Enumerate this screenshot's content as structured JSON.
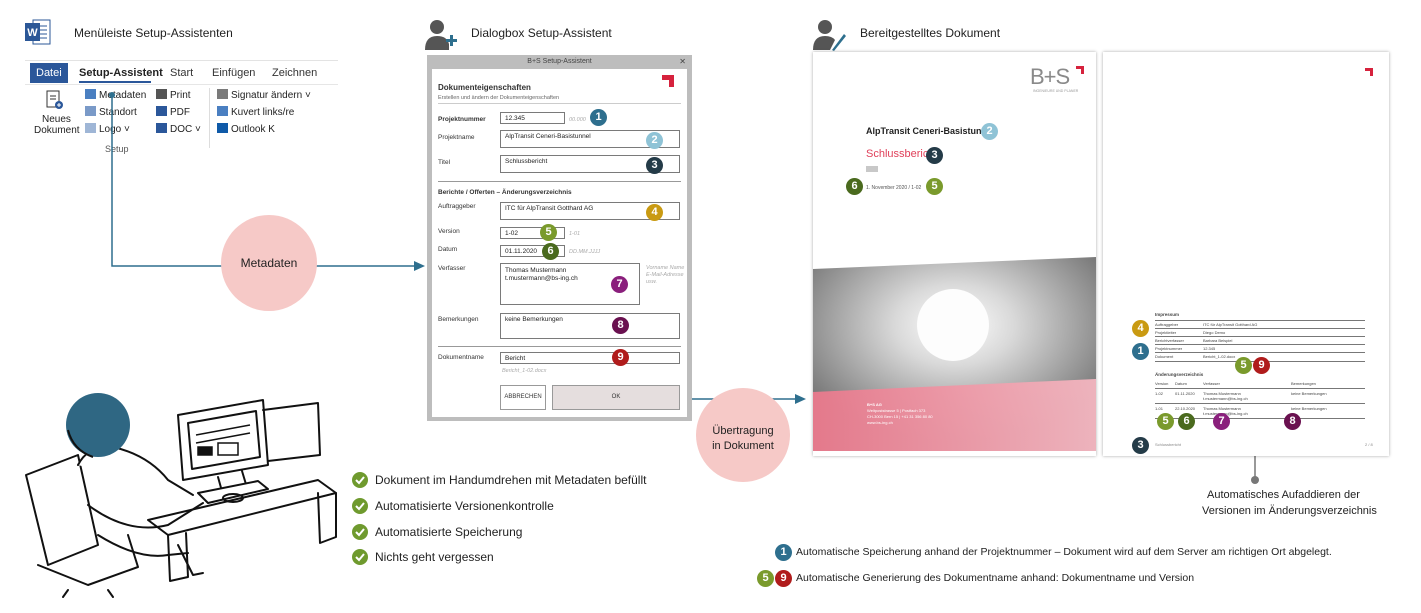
{
  "headings": {
    "menubar": "Menüleiste Setup-Assistenten",
    "dialog": "Dialogbox Setup-Assistent",
    "document": "Bereitgestelltes Dokument"
  },
  "ribbon": {
    "tabs": [
      "Datei",
      "Setup-Assistent",
      "Start",
      "Einfügen",
      "Zeichnen"
    ],
    "new_doc_line1": "Neues",
    "new_doc_line2": "Dokument",
    "items": {
      "metadaten": "Metadaten",
      "standort": "Standort",
      "logo": "Logo",
      "print": "Print",
      "pdf": "PDF",
      "doc": "DOC",
      "signatur": "Signatur ändern",
      "kuvert": "Kuvert links/re",
      "outlook": "Outlook K"
    },
    "group_label": "Setup"
  },
  "circles": {
    "metadaten": "Metadaten",
    "transfer_line1": "Übertragung",
    "transfer_line2": "in Dokument"
  },
  "dialog": {
    "title": "B+S Setup-Assistent",
    "close": "✕",
    "section_title": "Dokumenteigenschaften",
    "section_sub": "Erstellen und ändern der Dokumenteigenschaften",
    "labels": {
      "projektnummer": "Projektnummer",
      "projektname": "Projektname",
      "titel": "Titel",
      "berichte": "Berichte / Offerten – Änderungsverzeichnis",
      "auftraggeber": "Auftraggeber",
      "version": "Version",
      "datum": "Datum",
      "verfasser": "Verfasser",
      "bemerkungen": "Bemerkungen",
      "dokumentname": "Dokumentname"
    },
    "values": {
      "projektnummer": "12.345",
      "projektname": "AlpTransit Ceneri-Basistunnel",
      "titel": "Schlussbericht",
      "auftraggeber": "ITC für AlpTransit Gotthard AG",
      "version": "1-02",
      "datum": "01.11.2020",
      "verfasser_line1": "Thomas Mustermann",
      "verfasser_line2": "t.mustermann@bs-ing.ch",
      "bemerkungen": "keine Bemerkungen",
      "dokumentname": "Bericht"
    },
    "hints": {
      "projektnummer": "00.000",
      "version": "1-01",
      "datum": "DD.MM.JJJJ",
      "verfasser1": "Vorname Name",
      "verfasser2": "E-Mail-Adresse",
      "verfasser3": "usw.",
      "dokumentname": "Bericht_1-02.docx"
    },
    "buttons": {
      "cancel": "ABBRECHEN",
      "ok": "OK"
    }
  },
  "document": {
    "logo": "B+S",
    "logo_sub": "INGENIEURE UND PLANER",
    "project": "AlpTransit Ceneri-Basistunnel",
    "title": "Schlussbericht",
    "date_version": "1. November 2020 / 1-02",
    "footer_lines": [
      "B+S AG",
      "Weltpoststrasse 5 | Postfach 373",
      "CH-3000 Bern 15 | +41 31 356 80 80",
      "www.bs-ing.ch"
    ],
    "impressum_title": "Impressum",
    "impressum_rows": [
      [
        "Auftraggeber",
        "ITC für AlpTransit Gotthard AG"
      ],
      [
        "Projektleiter",
        "Diego Demo"
      ],
      [
        "Berichtverfasser",
        "Barbara Beispiel"
      ],
      [
        "Projektnummer",
        "12.345"
      ],
      [
        "Dokument",
        "Bericht_1-02.docx"
      ]
    ],
    "changes_title": "Änderungsverzeichnis",
    "changes_headers": [
      "Version",
      "Datum",
      "Verfasser",
      "Bemerkungen"
    ],
    "changes_rows": [
      [
        "1-02",
        "01.11.2020",
        "Thomas Mustermann",
        "t.mustermann@bs-ing.ch",
        "keine Bemerkungen"
      ],
      [
        "1-01",
        "22.10.2020",
        "Thomas Mustermann",
        "t.mustermann@bs-ing.ch",
        "keine Bemerkungen"
      ]
    ],
    "page_footer_left": "Schlussbericht",
    "page_footer_right": "2 / 8"
  },
  "benefits": [
    "Dokument im Handumdrehen mit Metadaten befüllt",
    "Automatisierte Versionenkontrolle",
    "Automatisierte Speicherung",
    "Nichts geht vergessen"
  ],
  "notes": {
    "aufaddieren_line1": "Automatisches Aufaddieren der",
    "aufaddieren_line2": "Versionen im Änderungsverzeichnis",
    "note1": "Automatische Speicherung anhand der Projektnummer – Dokument wird auf dem Server am richtigen Ort abgelegt.",
    "note2": "Automatische Generierung des Dokumentname anhand: Dokumentname und Version"
  },
  "badges": {
    "b1": "1",
    "b2": "2",
    "b3": "3",
    "b4": "4",
    "b5": "5",
    "b6": "6",
    "b7": "7",
    "b8": "8",
    "b9": "9"
  },
  "colors": {
    "badge1": "#2e6f8e",
    "badge2": "#8fc3d6",
    "badge3": "#243b48",
    "badge4": "#c99a12",
    "badge5": "#7a9a2c",
    "badge6": "#4a6a1e",
    "badge7": "#8a1f7c",
    "badge8": "#6a1150",
    "badge9": "#b01c1c",
    "accent_blue": "#2e6f8e",
    "circle_pink": "#f6c9c7",
    "check_green": "#6f9a2e",
    "title_pink": "#e0405a"
  },
  "icons": [
    "word-icon",
    "user-add-icon",
    "user-edit-icon",
    "check-icon",
    "person-at-computer-illustration"
  ]
}
